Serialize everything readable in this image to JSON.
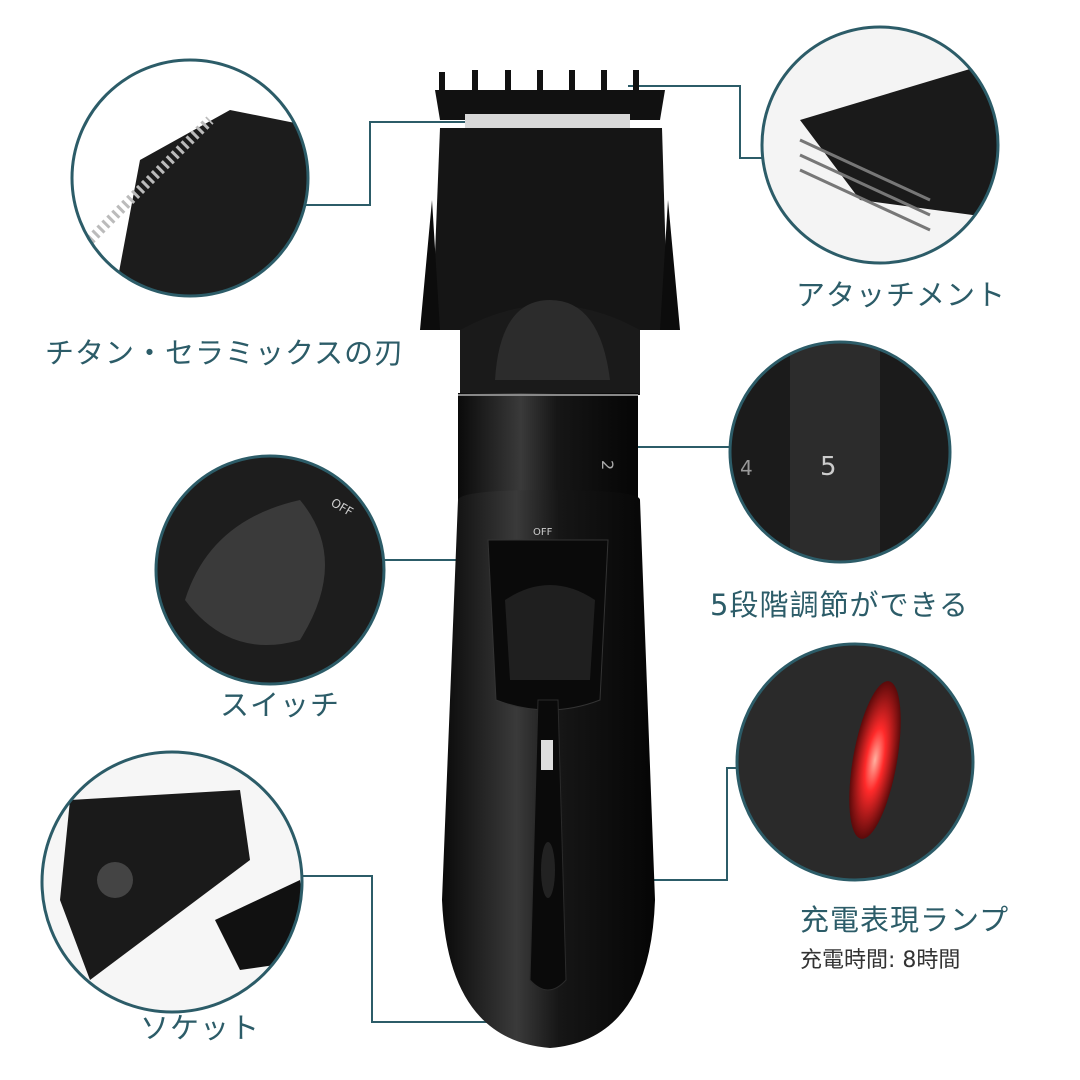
{
  "labels": {
    "blade": "チタン・セラミックスの刃",
    "attachment": "アタッチメント",
    "adjust": "5段階調節ができる",
    "switch": "スイッチ",
    "lamp": "充電表現ランプ",
    "charge_time": "充電時間: 8時間",
    "socket": "ソケット"
  },
  "product_markings": {
    "switch_off": "OFF",
    "dial_numbers": [
      "2",
      "4",
      "5"
    ]
  },
  "colors": {
    "accent": "#2c5c68",
    "body": "#111111",
    "lamp": "#ff2a2a"
  }
}
